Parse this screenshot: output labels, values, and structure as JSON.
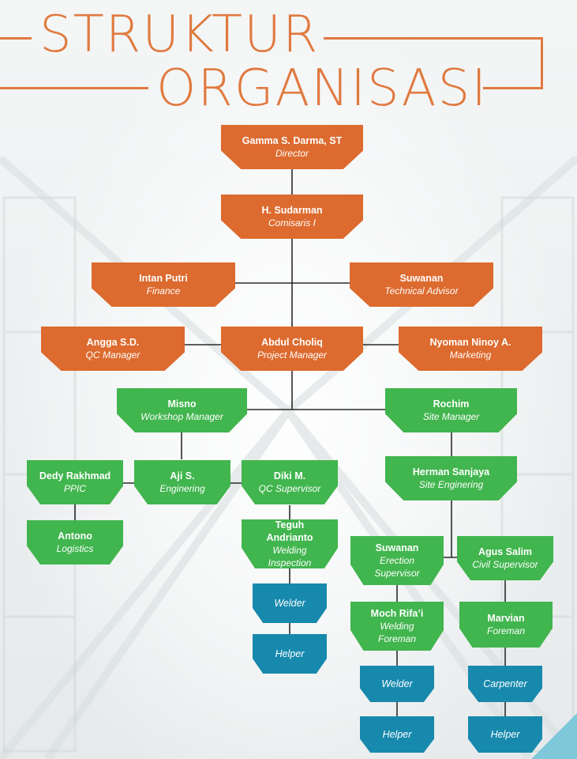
{
  "title": {
    "line1": "STRUKTUR",
    "line2": "ORGANISASI"
  },
  "colors": {
    "orange": "#dd6a2e",
    "green": "#41b54e",
    "blue": "#1789ad",
    "title": "#e0793f"
  },
  "nodes": {
    "director": {
      "name": "Gamma S. Darma, ST",
      "role": "Director"
    },
    "comisaris": {
      "name": "H. Sudarman",
      "role": "Comisaris I"
    },
    "finance": {
      "name": "Intan Putri",
      "role": "Finance"
    },
    "tech_advisor": {
      "name": "Suwanan",
      "role": "Technical Advisor"
    },
    "qc_manager": {
      "name": "Angga S.D.",
      "role": "QC Manager"
    },
    "project_mgr": {
      "name": "Abdul Choliq",
      "role": "Project Manager"
    },
    "marketing": {
      "name": "Nyoman Ninoy A.",
      "role": "Marketing"
    },
    "workshop_mgr": {
      "name": "Misno",
      "role": "Workshop Manager"
    },
    "site_mgr": {
      "name": "Rochim",
      "role": "Site Manager"
    },
    "ppic": {
      "name": "Dedy Rakhmad",
      "role": "PPIC"
    },
    "enginering": {
      "name": "Aji S.",
      "role": "Enginering"
    },
    "qc_supervisor": {
      "name": "Diki M.",
      "role": "QC Supervisor"
    },
    "site_eng": {
      "name": "Herman Sanjaya",
      "role": "Site Enginering"
    },
    "logistics": {
      "name": "Antono",
      "role": "Logistics"
    },
    "welding_insp": {
      "name": "Teguh Andrianto",
      "role": "Welding Inspection"
    },
    "erection_sup": {
      "name": "Suwanan",
      "role": "Erection Supervisor"
    },
    "civil_sup": {
      "name": "Agus Salim",
      "role": "Civil Supervisor"
    },
    "welding_fore": {
      "name": "Moch Rifa’i",
      "role": "Welding Foreman"
    },
    "foreman": {
      "name": "Marvian",
      "role": "Foreman"
    },
    "welder_1": {
      "role": "Welder"
    },
    "helper_1": {
      "role": "Helper"
    },
    "welder_2": {
      "role": "Welder"
    },
    "carpenter": {
      "role": "Carpenter"
    },
    "helper_2": {
      "role": "Helper"
    },
    "helper_3": {
      "role": "Helper"
    }
  }
}
